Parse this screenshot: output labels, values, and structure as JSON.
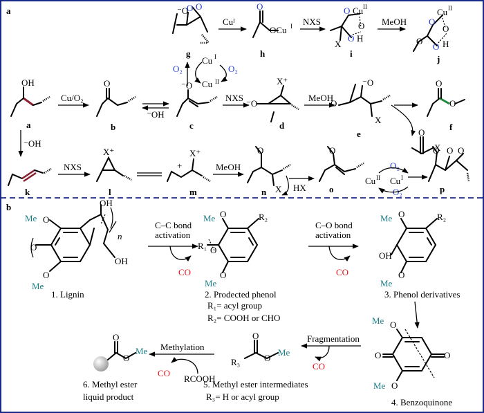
{
  "panel_a": {
    "label": "a",
    "compounds": {
      "a": "a",
      "b": "b",
      "c": "c",
      "d": "d",
      "e": "e",
      "f": "f",
      "g": "g",
      "h": "h",
      "i": "i",
      "j": "j",
      "k": "k",
      "l": "l",
      "m": "m",
      "n": "n",
      "o": "o",
      "p": "p"
    },
    "atoms": {
      "O": "O",
      "OH": "OH",
      "X": "X",
      "X_plus": "X⁺",
      "H": "H",
      "O_minus": "⁻O",
      "OCu": "OCu",
      "Cu": "Cu",
      "plus": "+",
      "HX": "HX",
      "I": "I",
      "II": "II"
    },
    "reagents": {
      "cu_o2": "Cu/O₂",
      "hydroxide": "⁻OH",
      "nxs": "NXS",
      "meoh": "MeOH",
      "cu_i": "Cuᴵ",
      "o2": "O₂"
    }
  },
  "panel_b": {
    "label": "b",
    "substituents": {
      "me": "Me",
      "oh": "OH",
      "n": "n",
      "r2": "R₂",
      "r1": "R₁",
      "r3": "R₃",
      "o": "O",
      "co": "CO",
      "rcooh": "RCOOH"
    },
    "steps": {
      "cc_activation_line1": "C–C bond",
      "cc_activation_line2": "activation",
      "co_activation_line1": "C–O bond",
      "co_activation_line2": "activation",
      "fragmentation": "Fragmentation",
      "methylation": "Methylation"
    },
    "compounds": {
      "lignin": "1. Lignin",
      "protected_phenol": "2. Prodected phenol",
      "r1_def": "R₁= acyl group",
      "r2_def": "R₂= COOH or CHO",
      "phenol_derivatives": "3. Phenol derivatives",
      "benzoquinone": "4. Benzoquinone",
      "ester_intermediates": "5. Methyl ester intermediates",
      "r3_def": "R₃= H or acyl group",
      "product_line1": "6. Methyl ester",
      "product_line2": "liquid product"
    }
  }
}
